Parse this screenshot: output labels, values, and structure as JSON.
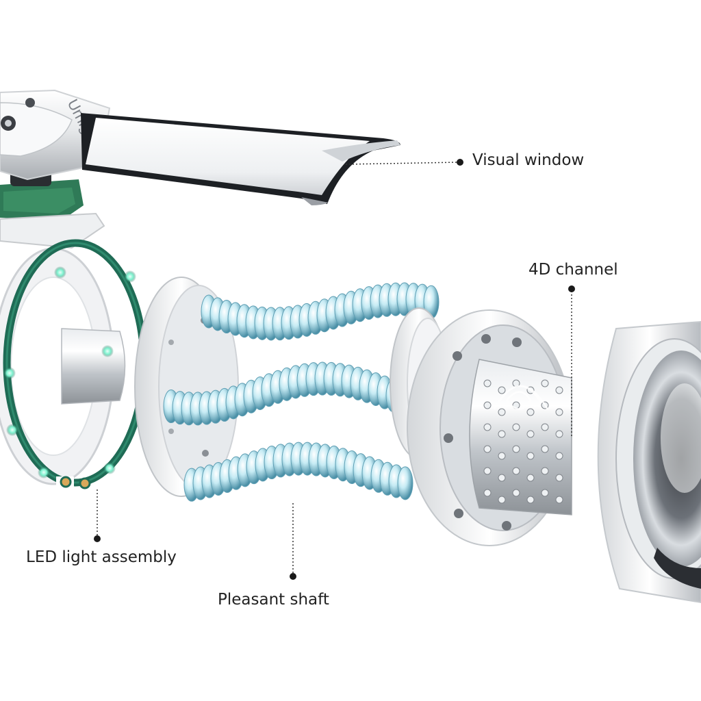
{
  "callouts": {
    "visual_window": "Visual window",
    "channel_4d": "4D channel",
    "led_light_assembly": "LED light assembly",
    "pleasant_shaft": "Pleasant shaft"
  },
  "brand_logo_text": "Urnight",
  "colors": {
    "background": "#ffffff",
    "metal_light": "#f4f5f6",
    "metal_mid": "#c9ccd0",
    "metal_dark": "#7a7e84",
    "led_board_green": "#1f6b55",
    "led_glow": "#7df2cf",
    "coil_blue": "#9fd3e3",
    "leader_line": "#333333"
  }
}
